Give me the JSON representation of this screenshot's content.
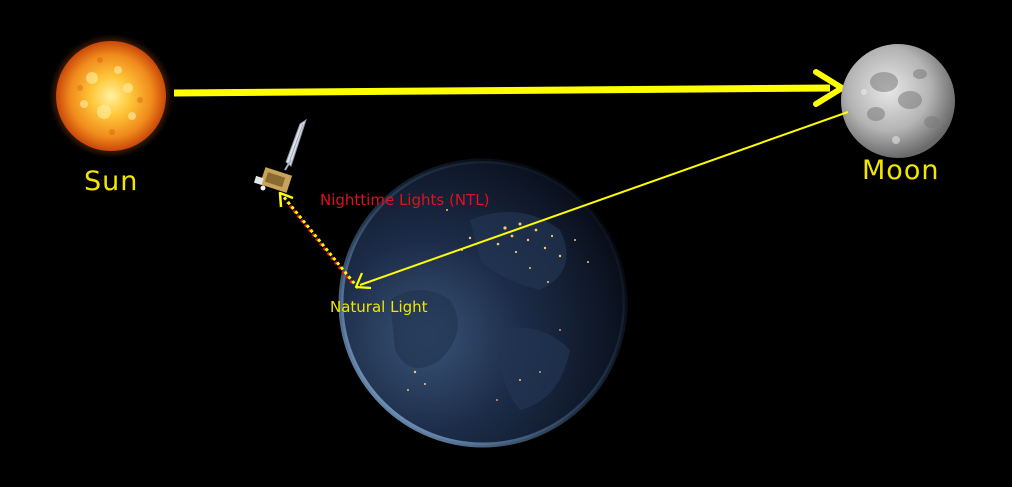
{
  "labels": {
    "sun": "Sun",
    "moon": "Moon",
    "ntl": "Nighttime Lights (NTL)",
    "natural": "Natural Light"
  },
  "colors": {
    "background": "#000000",
    "label_yellow": "#f2e600",
    "ray_yellow": "#ffff00",
    "ntl_red": "#e0101e",
    "sun_core": "#ffd24a",
    "sun_edge": "#e86a10",
    "moon_light": "#d8d8d8",
    "moon_dark": "#6e6e6e",
    "earth_ocean": "#1b2c4a",
    "earth_rim": "#6f9ccf"
  },
  "icons": {
    "sun": "sun-icon",
    "moon": "moon-icon",
    "earth": "earth-icon",
    "satellite": "satellite-icon"
  }
}
